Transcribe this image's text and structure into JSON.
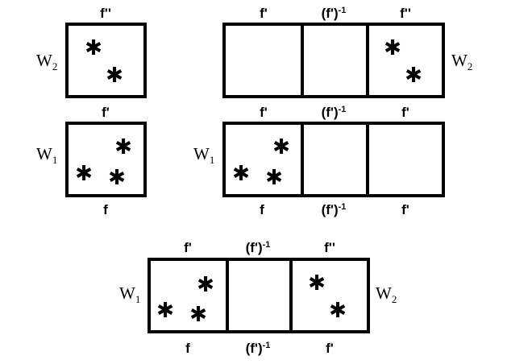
{
  "labels": {
    "f": "f",
    "f_prime": "f'",
    "f_double_prime": "f''",
    "f_prime_inverse": "(f')",
    "inverse_exponent": "-1"
  },
  "worlds": {
    "w1": {
      "letter": "W",
      "subscript": "1"
    },
    "w2": {
      "letter": "W",
      "subscript": "2"
    }
  },
  "star_glyph": "✱"
}
